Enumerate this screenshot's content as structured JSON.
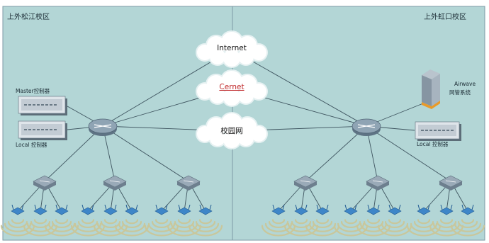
{
  "campuses": {
    "left": {
      "title": "上外松江校区"
    },
    "right": {
      "title": "上外虹口校区"
    }
  },
  "clouds": {
    "internet": "Internet",
    "cernet": "Cernet",
    "campus_net": "校园网"
  },
  "devices": {
    "master_controller": "Master控制器",
    "local_controller_left": "Local 控制器",
    "airwave_line1": "Airwave",
    "airwave_line2": "网管系统",
    "local_controller_right": "Local 控制器"
  },
  "colors": {
    "panel_bg": "#b3d6d6",
    "panel_border": "#7c9aa6",
    "link": "#3f5560",
    "cloud_fill": "#ffffff",
    "router_fill": "#8fa4b4",
    "switch_fill": "#9aaab8",
    "ap_fill": "#3e86c8",
    "wave": "#c9c79b"
  }
}
